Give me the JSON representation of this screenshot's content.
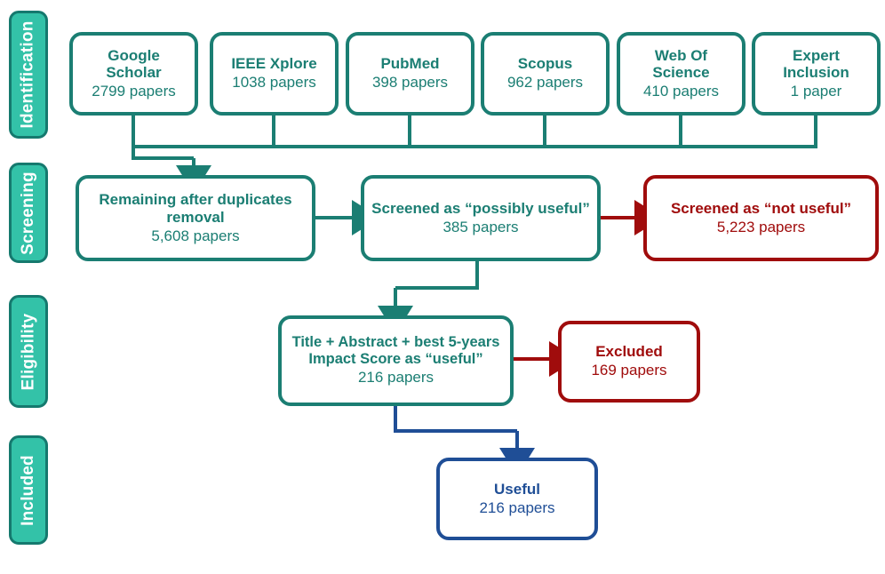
{
  "diagram": {
    "type": "prisma-flow-diagram",
    "colors": {
      "teal_stroke": "#1B7E73",
      "teal_badge_fill": "#33C2A8",
      "teal_badge_border": "#15796E",
      "red_stroke": "#A00C0C",
      "blue_stroke": "#1F4E96",
      "background": "#FFFFFF"
    },
    "stages": [
      {
        "label": "Identification"
      },
      {
        "label": "Screening"
      },
      {
        "label": "Eligibility"
      },
      {
        "label": "Included"
      }
    ],
    "sources": [
      {
        "title": "Google Scholar",
        "count": "2799 papers"
      },
      {
        "title": "IEEE Xplore",
        "count": "1038 papers"
      },
      {
        "title": "PubMed",
        "count": "398 papers"
      },
      {
        "title": "Scopus",
        "count": "962 papers"
      },
      {
        "title": "Web Of Science",
        "count": "410 papers"
      },
      {
        "title": "Expert Inclusion",
        "count": "1 paper"
      }
    ],
    "screening": {
      "duplicates": {
        "title": "Remaining after duplicates removal",
        "count": "5,608 papers"
      },
      "possibly_useful": {
        "title": "Screened as “possibly useful”",
        "count": "385 papers"
      },
      "not_useful": {
        "title": "Screened as “not useful”",
        "count": "5,223 papers"
      }
    },
    "eligibility": {
      "assessed": {
        "title": "Title + Abstract + best 5-years Impact Score as “useful”",
        "count": "216 papers"
      },
      "excluded": {
        "title": "Excluded",
        "count": "169 papers"
      }
    },
    "included": {
      "useful": {
        "title": "Useful",
        "count": "216 papers"
      }
    }
  }
}
